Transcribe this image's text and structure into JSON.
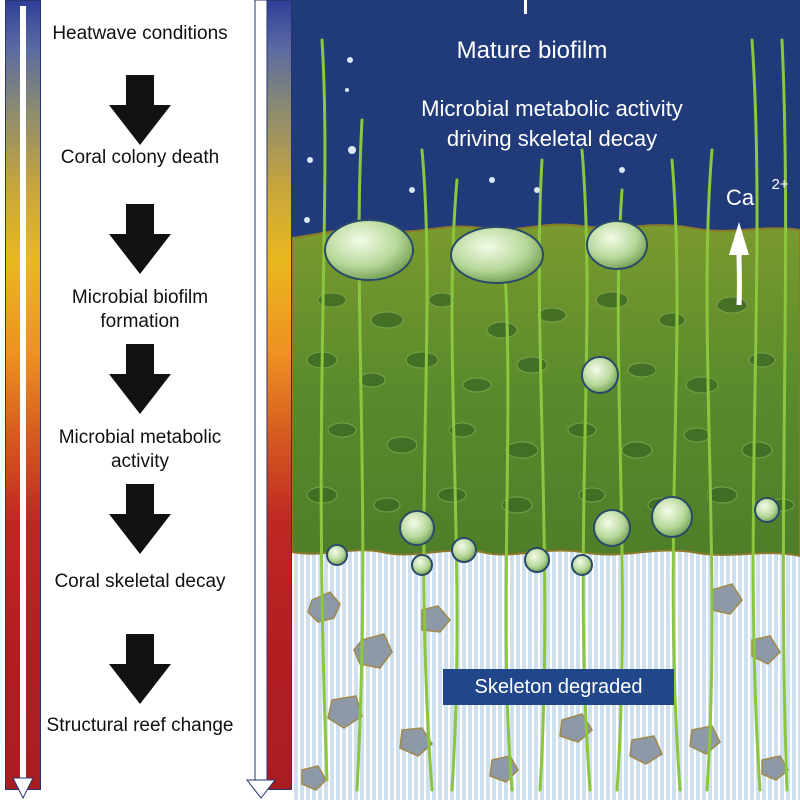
{
  "flow": {
    "steps": [
      "Heatwave conditions",
      "Coral colony death",
      "Microbial biofilm formation",
      "Microbial metabolic activity",
      "Coral skeletal decay",
      "Structural reef change"
    ]
  },
  "panel": {
    "title": "Mature  biofilm",
    "subtitle_line1": "Microbial metabolic activity",
    "subtitle_line2": "driving skeletal decay",
    "ion_symbol": "Ca",
    "ion_charge": "2+",
    "skeleton_label": "Skeleton degraded"
  },
  "colors": {
    "water": "#203a7a",
    "biofilm": "#5b8a2a",
    "skeleton": "#cfe0ef",
    "arrow": "#111111"
  }
}
